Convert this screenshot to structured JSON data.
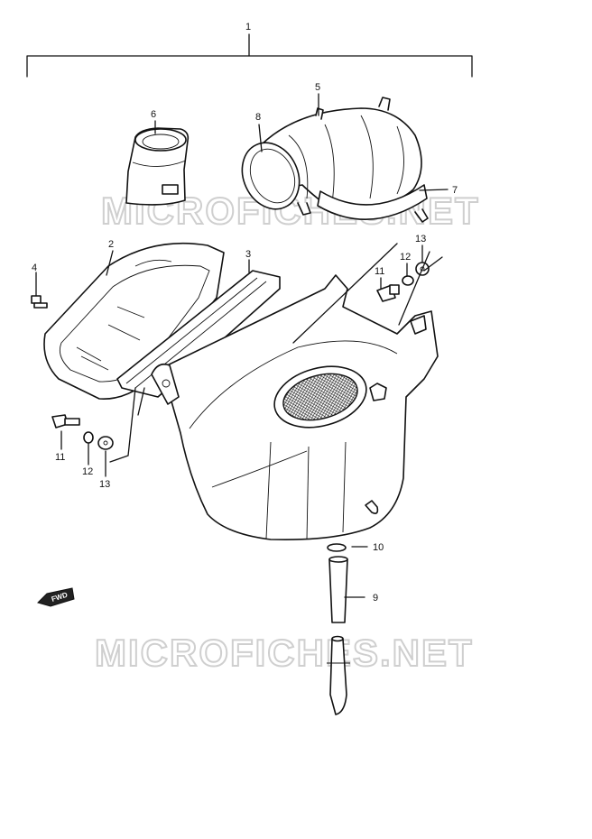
{
  "watermarks": [
    "MICROFICHES.NET",
    "MICROFICHES.NET"
  ],
  "direction_badge": "FWD",
  "callouts": [
    {
      "id": "c1",
      "text": "1"
    },
    {
      "id": "c2",
      "text": "2"
    },
    {
      "id": "c3",
      "text": "3"
    },
    {
      "id": "c4",
      "text": "4"
    },
    {
      "id": "c5",
      "text": "5"
    },
    {
      "id": "c6",
      "text": "6"
    },
    {
      "id": "c7",
      "text": "7"
    },
    {
      "id": "c8",
      "text": "8"
    },
    {
      "id": "c9",
      "text": "9"
    },
    {
      "id": "c10",
      "text": "10"
    },
    {
      "id": "c11a",
      "text": "11"
    },
    {
      "id": "c11b",
      "text": "11"
    },
    {
      "id": "c12a",
      "text": "12"
    },
    {
      "id": "c12b",
      "text": "12"
    },
    {
      "id": "c13a",
      "text": "13"
    },
    {
      "id": "c13b",
      "text": "13"
    }
  ]
}
